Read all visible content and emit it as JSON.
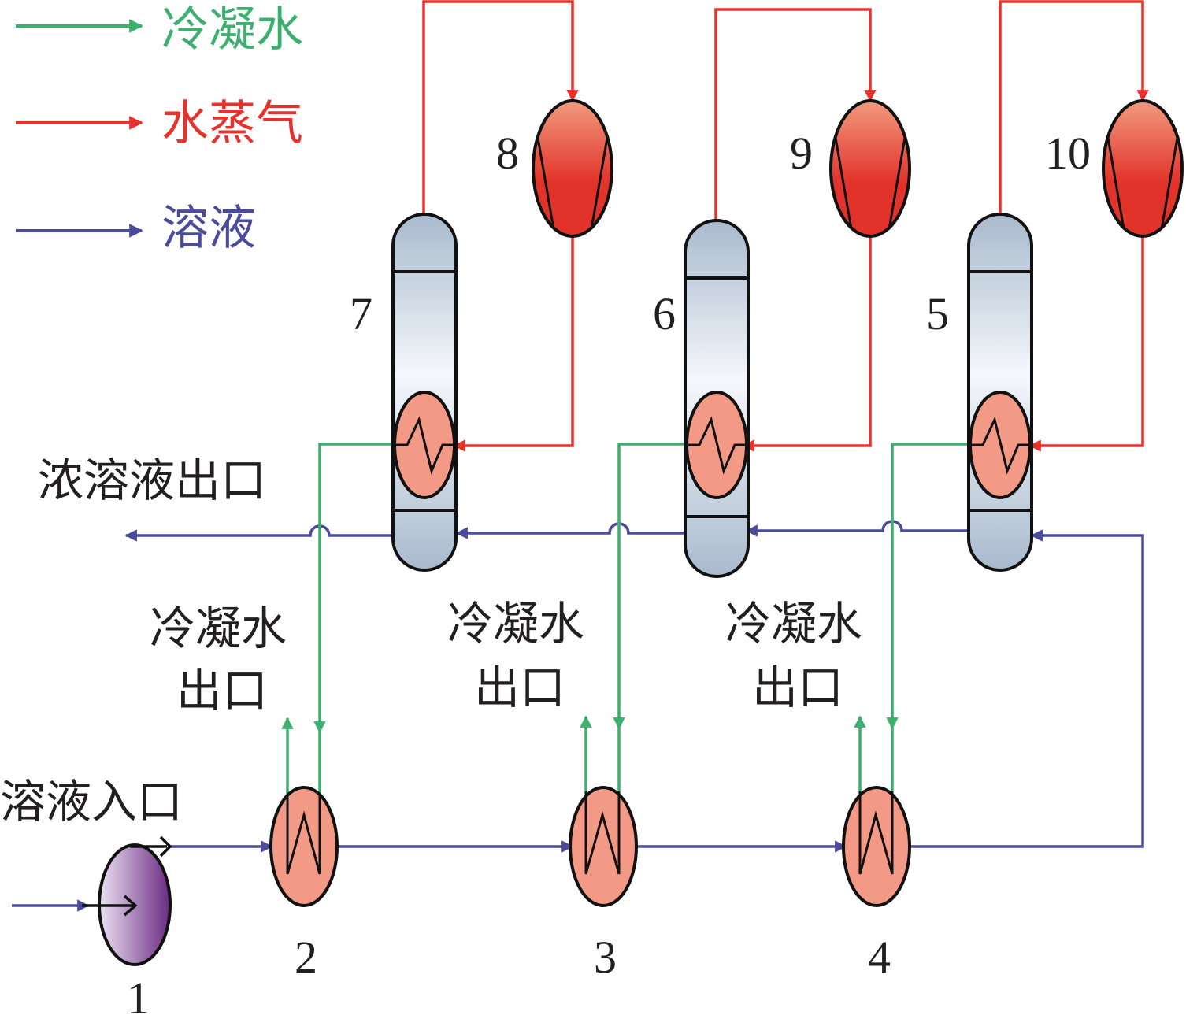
{
  "legend": {
    "condensate_label": "冷凝水",
    "steam_label": "水蒸气",
    "solution_label": "溶液"
  },
  "labels": {
    "concentrate_outlet": "浓溶液出口",
    "solution_inlet": "溶液入口",
    "condensate_outlet_line1": "冷凝水",
    "condensate_outlet_line2": "出口"
  },
  "equipment_numbers": {
    "pump": "1",
    "preheater_a": "2",
    "preheater_b": "3",
    "preheater_c": "4",
    "evaporator_5": "5",
    "evaporator_6": "6",
    "evaporator_7": "7",
    "compressor_8": "8",
    "compressor_9": "9",
    "compressor_10": "10"
  },
  "colors": {
    "condensate": "#3daf6f",
    "steam": "#e8312a",
    "solution": "#4b4b9c",
    "outline": "#111111",
    "text": "#231f20"
  }
}
